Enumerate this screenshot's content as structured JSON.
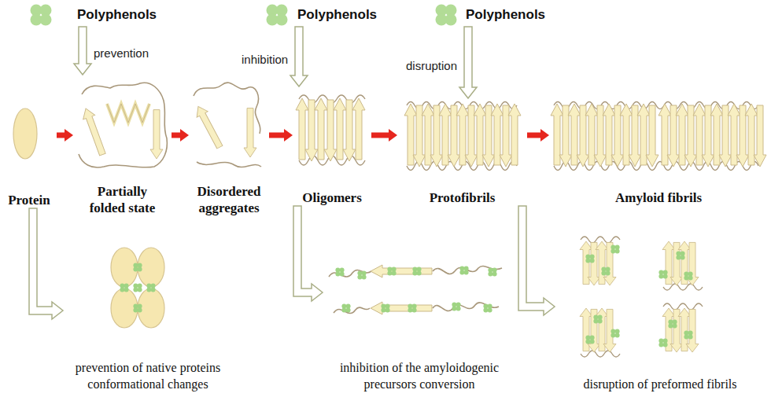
{
  "diagram": {
    "nodes": [
      {
        "text": [
          "Protein"
        ]
      },
      {
        "text": [
          "Partially folded state"
        ]
      },
      {
        "text": [
          "Disordered aggregates"
        ]
      },
      {
        "text": [
          "Oligomers"
        ]
      },
      {
        "text": [
          "Protofibrils"
        ]
      },
      {
        "text": [
          "Amyloid fibrils"
        ]
      },
      {
        "text": [
          "Polyphenols"
        ]
      },
      {
        "text": [
          "Polyphenols"
        ]
      },
      {
        "text": [
          "Polyphenols"
        ]
      },
      {
        "text": [
          "prevention of native proteins conformational changes"
        ]
      },
      {
        "text": [
          "inhibition of the amyloidogenic precursors conversion"
        ]
      },
      {
        "text": [
          "disruption of preformed fibrils"
        ]
      }
    ],
    "edges": [
      {
        "from": 0,
        "to": 1,
        "arrow": "to"
      },
      {
        "from": 1,
        "to": 2,
        "arrow": "to"
      },
      {
        "from": 2,
        "to": 3,
        "arrow": "to"
      },
      {
        "from": 3,
        "to": 4,
        "arrow": "to"
      },
      {
        "from": 4,
        "to": 5,
        "arrow": "to"
      },
      {
        "from": 6,
        "to": 1,
        "label": "prevention",
        "arrow": "to"
      },
      {
        "from": 7,
        "to": 3,
        "label": "inhibition",
        "arrow": "to"
      },
      {
        "from": 8,
        "to": 4,
        "label": "disruption",
        "arrow": "to"
      },
      {
        "from": 0,
        "to": 9,
        "arrow": "to"
      },
      {
        "from": 3,
        "to": 10,
        "arrow": "to"
      },
      {
        "from": 4,
        "to": 11,
        "arrow": "to"
      }
    ]
  }
}
